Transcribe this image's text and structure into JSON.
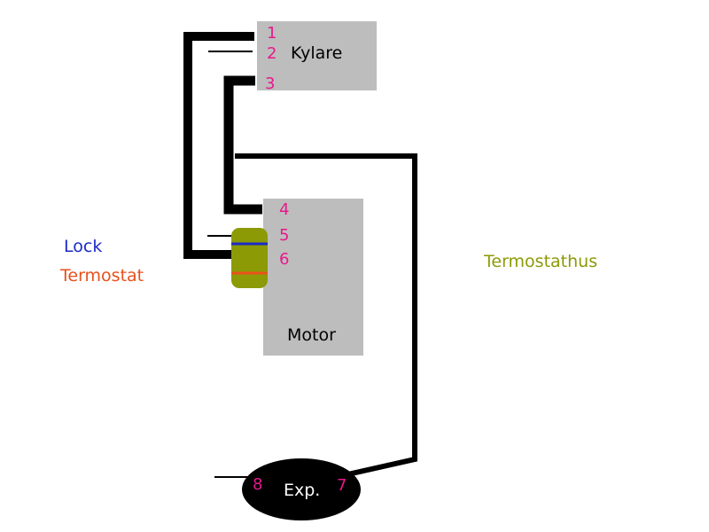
{
  "components": {
    "radiator": {
      "label": "Kylare",
      "fill": "#bdbdbd"
    },
    "engine": {
      "label": "Motor",
      "fill": "#bdbdbd"
    },
    "thermostat_housing_block": {
      "fill": "#8c9a05"
    },
    "expansion_tank": {
      "label": "Exp.",
      "fill": "#000000",
      "text_color": "#ffffff"
    }
  },
  "ports": {
    "p1": "1",
    "p2": "2",
    "p3": "3",
    "p4": "4",
    "p5": "5",
    "p6": "6",
    "p7": "7",
    "p8": "8",
    "color": "#e8188c"
  },
  "legend": {
    "lock": {
      "label": "Lock",
      "color": "#1a2ac8"
    },
    "thermostat": {
      "label": "Termostat",
      "color": "#e9501c"
    },
    "thermostat_housing": {
      "label": "Termostathus",
      "color": "#8c9a05"
    }
  }
}
